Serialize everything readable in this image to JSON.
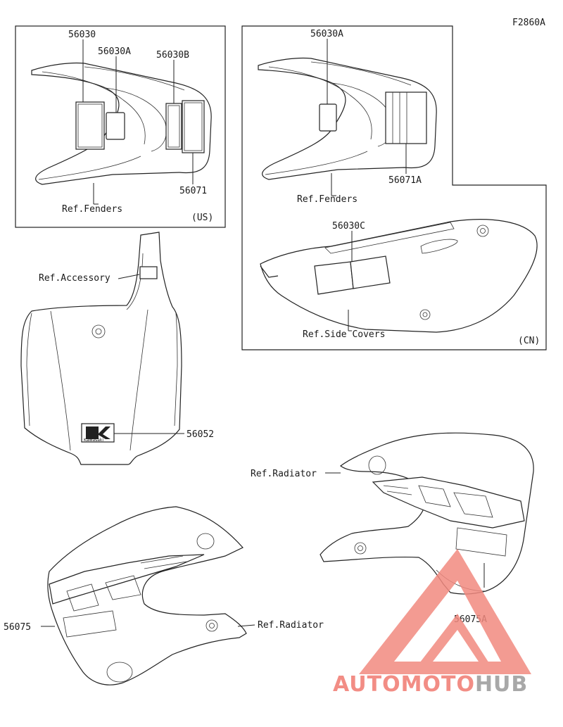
{
  "figure_code": "F2860A",
  "panels": {
    "us": {
      "region": "(US)",
      "parts": [
        "56030",
        "56030A",
        "56030B",
        "56071"
      ],
      "ref": "Ref.Fenders"
    },
    "cn": {
      "region": "(CN)",
      "parts": [
        "56030A",
        "56071A",
        "56030C"
      ],
      "ref_fenders": "Ref.Fenders",
      "ref_side_covers": "Ref.Side Covers"
    }
  },
  "number_plate": {
    "ref": "Ref.Accessory",
    "part": "56052",
    "logo_text": "Kawasaki"
  },
  "radiator_right": {
    "ref": "Ref.Radiator",
    "part": "56075A"
  },
  "radiator_left": {
    "ref": "Ref.Radiator",
    "part": "56075"
  },
  "watermark": {
    "part1": "AUTO",
    "part2": "MOTO",
    "part3": "HUB",
    "color_red": "#f07a70",
    "color_gray": "#9a9a9a",
    "color_triangle": "#f28a80"
  }
}
